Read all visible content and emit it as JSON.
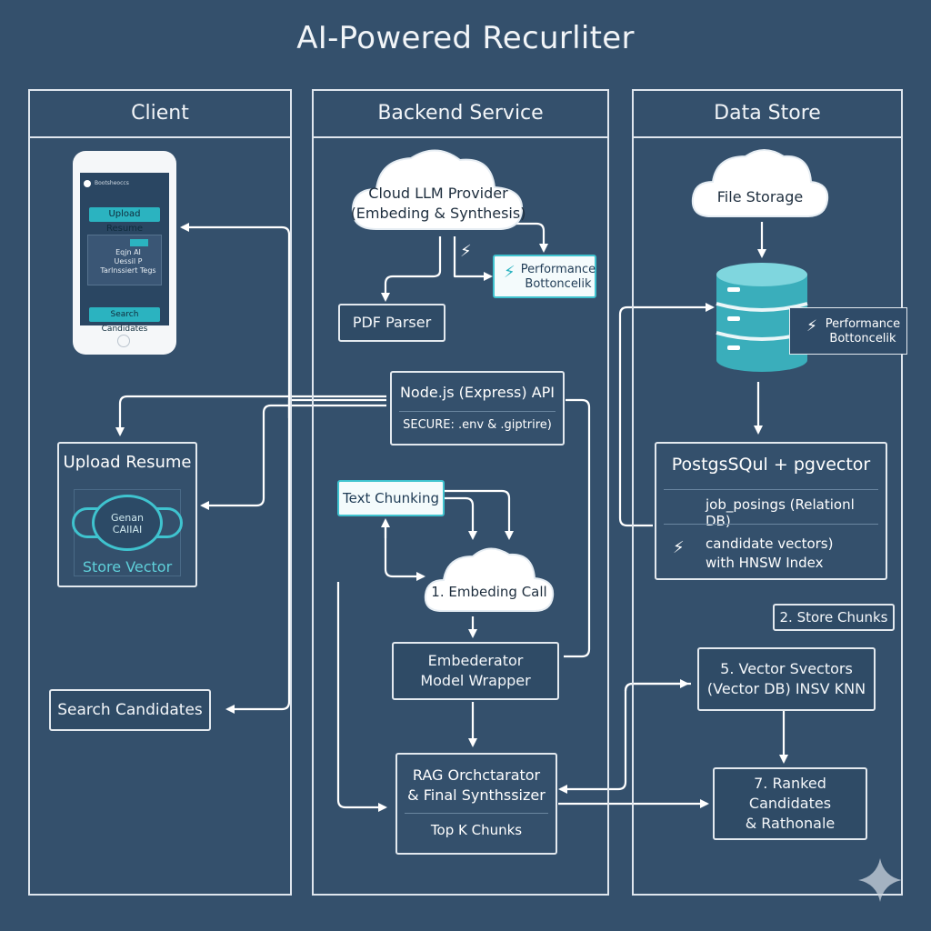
{
  "title": "AI-Powered Recurliter",
  "lanes": {
    "client": "Client",
    "backend": "Backend Service",
    "datastore": "Data Store"
  },
  "client": {
    "phone": {
      "app_name": "Bootsheoccs",
      "upload_button": "Upload Resume",
      "card_line1": "Eqjn AI",
      "card_line2": "Uessil P",
      "card_line3": "Tarlnssiert Tegs",
      "search_button": "Search Candidates"
    },
    "upload_resume": {
      "title": "Upload Resume",
      "badge_line1": "Genan",
      "badge_line2": "CAIIAI",
      "store_vector": "Store Vector"
    },
    "search_candidates": "Search Candidates"
  },
  "backend": {
    "cloud_llm": {
      "line1": "Cloud LLM Provider",
      "line2": "(Embeding & Synthesis)"
    },
    "perf_note": {
      "line1": "Performance",
      "line2": "Bottoncelik"
    },
    "pdf_parser": "PDF Parser",
    "api": {
      "line1": "Node.js (Express) API",
      "line2": "SECURE: .env & .giptrire)"
    },
    "text_chunking": "Text Chunking",
    "embedding_call": "1. Embeding Call",
    "wrapper": {
      "line1": "Embederator",
      "line2": "Model Wrapper"
    },
    "rag": {
      "line1": "RAG Orchctarator",
      "line2": "& Final Synthssizer",
      "line3": "Top K Chunks"
    }
  },
  "datastore": {
    "file_storage": "File Storage",
    "perf_note": {
      "line1": "Performance",
      "line2": "Bottoncelik"
    },
    "postgres": {
      "title": "PostgsSQul + pgvector",
      "row1": "job_posings (Relationl DB)",
      "row2_line1": "candidate vectors)",
      "row2_line2": "with HNSW Index"
    },
    "store_chunks": "2. Store Chunks",
    "vector_search": {
      "line1": "5. Vector Svectors",
      "line2": "(Vector DB) INSV KNN"
    },
    "ranked": {
      "line1": "7. Ranked Candidates",
      "line2": "& Rathonale"
    }
  },
  "icons": [
    "lightning-icon",
    "database-icon",
    "cloud-icon",
    "sparkle-icon",
    "phone-icon"
  ],
  "colors": {
    "background": "#34506c",
    "accent": "#3fc3cf",
    "line": "#ffffff"
  }
}
